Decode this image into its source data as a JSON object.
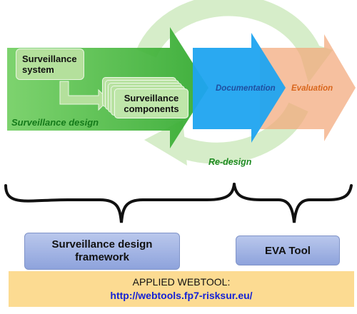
{
  "diagram": {
    "surveillance_system_label": "Surveillance system",
    "surveillance_components_label": "Surveillance components",
    "surveillance_design_label": "Surveillance design",
    "documentation_label": "Documentation",
    "evaluation_label": "Evaluation",
    "redesign_label": "Re-design"
  },
  "tools": {
    "framework_label": "Surveillance design framework",
    "eva_label": "EVA Tool"
  },
  "webtool": {
    "heading": "APPLIED WEBTOOL:",
    "url": "http://webtools.fp7-risksur.eu/"
  },
  "colors": {
    "design_arrow": "#46b83f",
    "documentation_arrow": "#21a3ef",
    "evaluation_arrow": "#f4b48a",
    "cycle_ring": "#cdeabd",
    "box_green": "#b4e09c",
    "tool_box": "#a3b4e2",
    "webtool_banner": "#fcdb92",
    "url_text": "#1422d6"
  }
}
